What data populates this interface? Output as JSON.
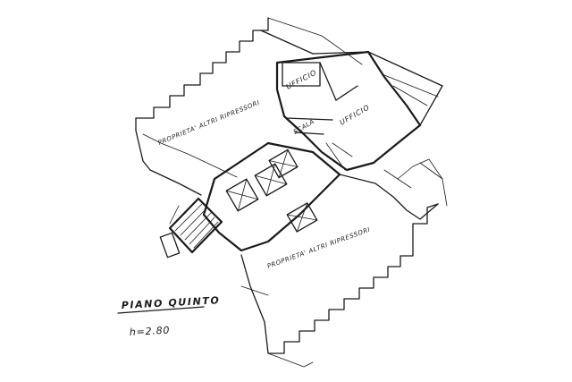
{
  "plan": {
    "title": "PIANO QUINTO",
    "height": "h=2.80",
    "rooms": {
      "office_1": "UFFICIO",
      "office_2": "UFFICIO",
      "property_top": "PROPRIETA' ALTRI RIPRESSORI",
      "property_bottom": "PROPRIETA' ALTRI RIPRESSORI",
      "stair_label": "SCALA"
    }
  }
}
